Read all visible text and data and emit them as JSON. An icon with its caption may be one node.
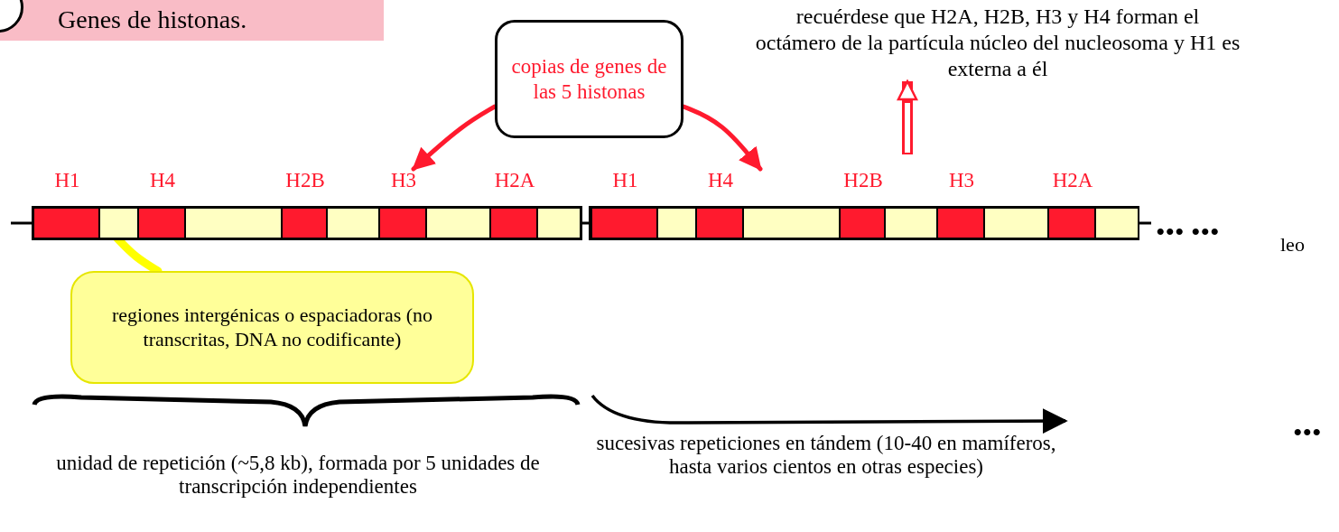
{
  "diagram": {
    "title": "Genes de histonas.",
    "nodes": [
      {
        "text": [
          "copias de genes de las 5 histonas"
        ]
      },
      {
        "text": [
          "recuérdese que H2A, H2B, H3 y H4 forman el octámero de la partícula núcleo del nucleosoma y H1 es externa a él"
        ]
      },
      {
        "text": [],
        "shape": "bar"
      },
      {
        "text": [
          "H1"
        ],
        "in": 2
      },
      {
        "text": [],
        "shape": "box",
        "in": 2
      },
      {
        "text": [
          "H4"
        ],
        "in": 2
      },
      {
        "text": [],
        "shape": "box",
        "in": 2
      },
      {
        "text": [
          "H2B"
        ],
        "in": 2
      },
      {
        "text": [],
        "shape": "box",
        "in": 2
      },
      {
        "text": [
          "H3"
        ],
        "in": 2
      },
      {
        "text": [],
        "shape": "box",
        "in": 2
      },
      {
        "text": [
          "H2A"
        ],
        "in": 2
      },
      {
        "text": [],
        "shape": "box",
        "in": 2
      },
      {
        "text": [],
        "shape": "bar"
      },
      {
        "text": [
          "H1"
        ],
        "in": 13
      },
      {
        "text": [],
        "shape": "box",
        "in": 13
      },
      {
        "text": [
          "H4"
        ],
        "in": 13
      },
      {
        "text": [],
        "shape": "box",
        "in": 13
      },
      {
        "text": [
          "H2B"
        ],
        "in": 13
      },
      {
        "text": [],
        "shape": "box",
        "in": 13
      },
      {
        "text": [
          "H3"
        ],
        "in": 13
      },
      {
        "text": [],
        "shape": "box",
        "in": 13
      },
      {
        "text": [
          "H2A"
        ],
        "in": 13
      },
      {
        "text": [],
        "shape": "box",
        "in": 13
      },
      {
        "text": [
          "regiones intergénicas o espaciadoras (no transcritas, DNA no codificante)"
        ]
      }
    ],
    "edges": [
      {
        "from": 0,
        "to": 9,
        "arrow": "to"
      },
      {
        "from": 0,
        "to": 16,
        "arrow": "to"
      },
      {
        "from": null,
        "to": 1,
        "arrow": "to",
        "style": "thick"
      },
      {
        "from": 24,
        "to": 4,
        "arrow": "none",
        "style": "thick",
        "color": "#ffff00"
      }
    ],
    "labels": [
      "••• •••",
      "leo",
      "unidad de repetición (~5,8 kb), formada por 5 unidades de transcripción independientes",
      "sucesivas repeticiones en tándem (10-40 en mamíferos, hasta varios cientos en otras especies)",
      "•••"
    ]
  }
}
